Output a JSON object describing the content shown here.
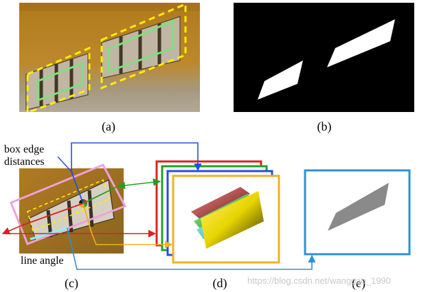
{
  "panel_labels": {
    "a": "(a)",
    "b": "(b)",
    "c": "(c)",
    "d": "(d)",
    "e": "(e)"
  },
  "annotations": {
    "box_edge_line1": "box edge",
    "box_edge_line2": "distances",
    "line_angle": "line angle"
  },
  "watermark": "https://blog.csdn.net/wanggao_1990",
  "colors": {
    "highlight_yellow": "#ffee00",
    "highlight_green": "#7ee07e",
    "pink_box": "#f0a0d8",
    "stack_red": "#dd2020",
    "stack_green": "#22a022",
    "stack_blue": "#2050e0",
    "stack_orange": "#f0b020",
    "output_blue": "#2b90d9",
    "mask_gray": "#8a8a8a"
  }
}
